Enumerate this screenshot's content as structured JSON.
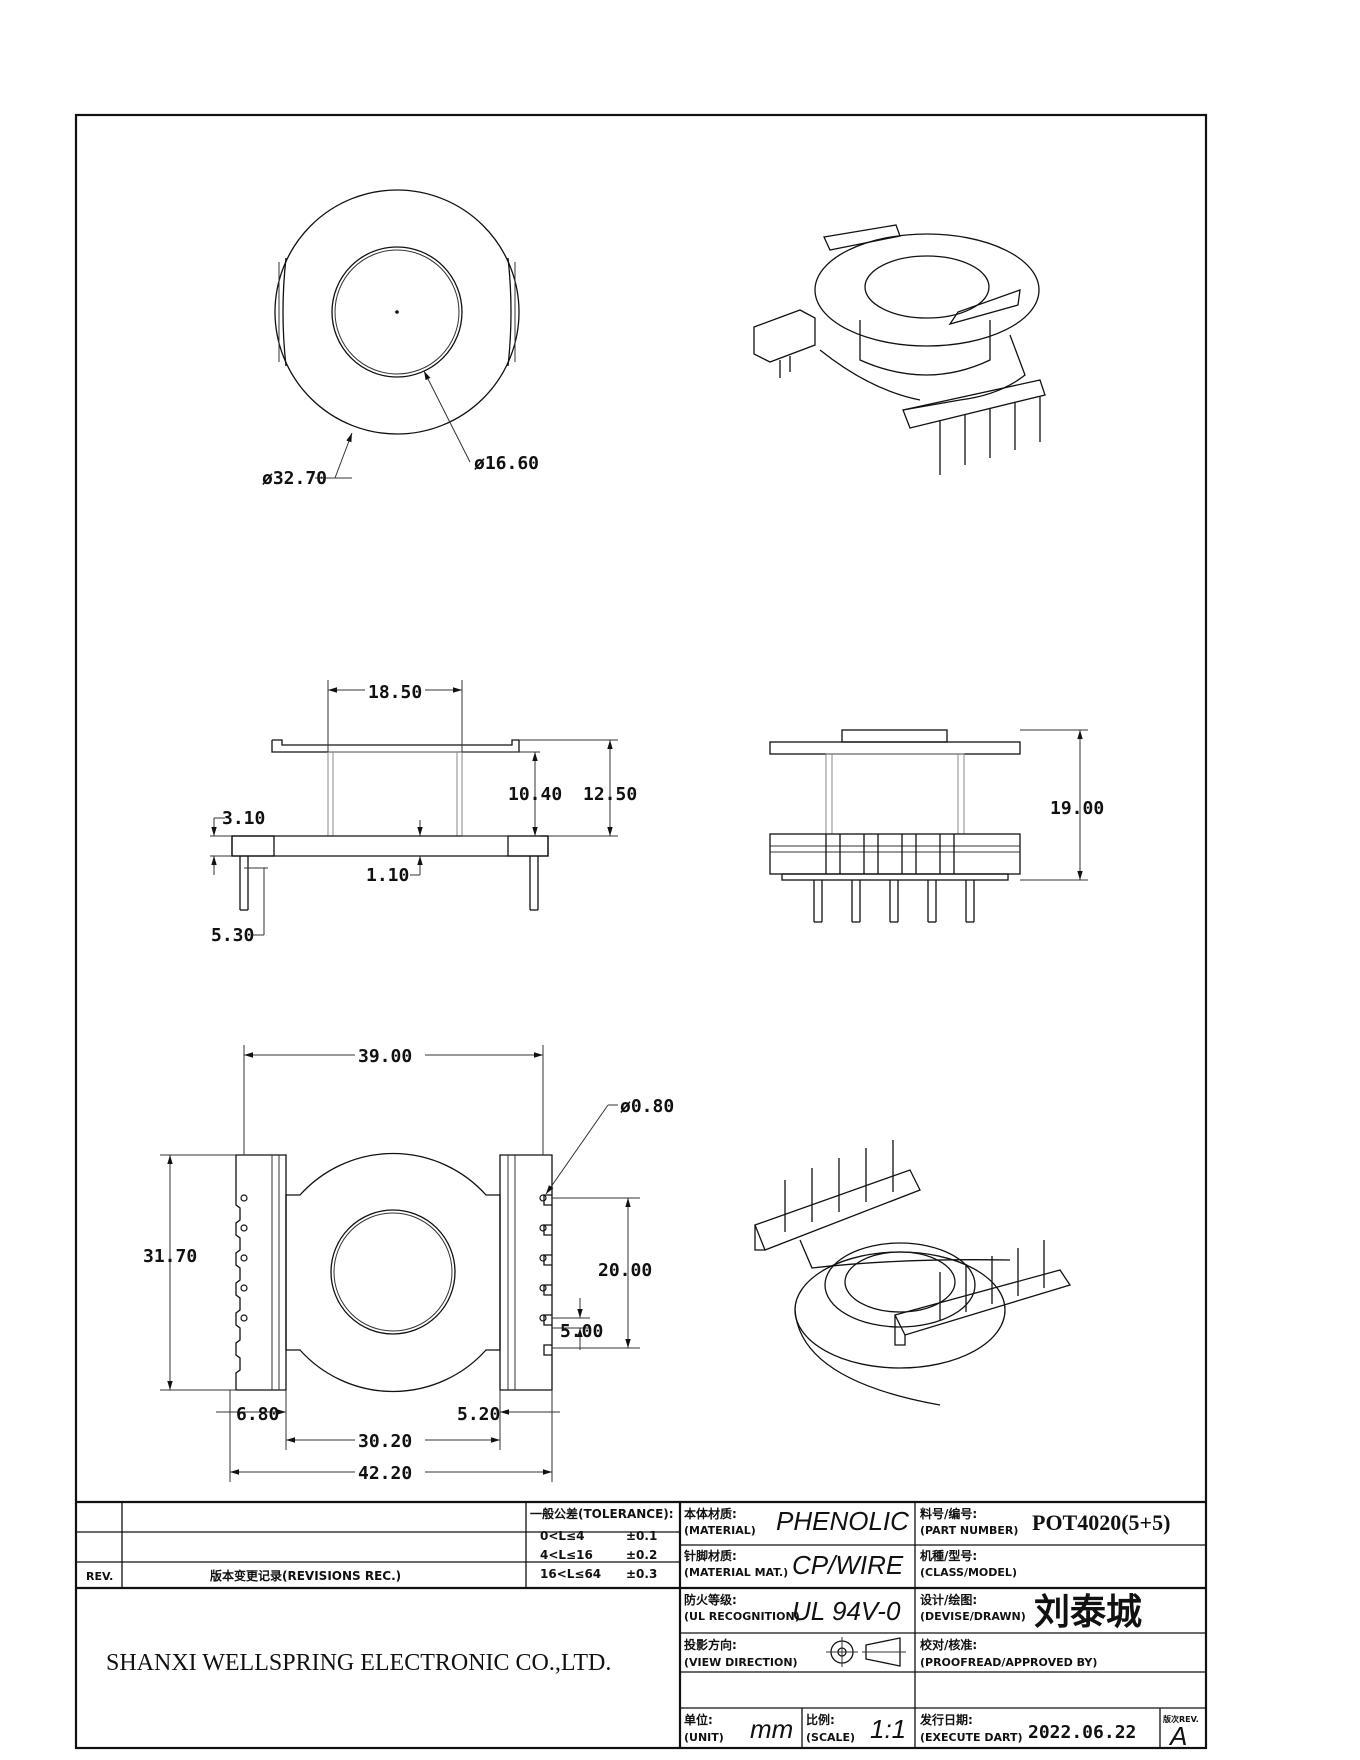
{
  "dimensions": {
    "top_view": {
      "outer_dia": "ø32.70",
      "inner_dia": "ø16.60"
    },
    "side_view": {
      "width": "18.50",
      "h_inner": "10.40",
      "h_total": "12.50",
      "pin_offset": "3.10",
      "base": "1.10",
      "pin_len": "5.30"
    },
    "front_view": {
      "height": "19.00"
    },
    "bottom_view": {
      "pin_span": "39.00",
      "pin_dia": "ø0.80",
      "depth": "31.70",
      "row_len": "20.00",
      "pitch": "5.00",
      "left_off": "6.80",
      "center": "30.20",
      "right_off": "5.20",
      "overall": "42.20"
    }
  },
  "title_block": {
    "rev_label": "REV.",
    "revisions_label": "版本变更记录(REVISIONS REC.)",
    "tolerance_title": "一般公差(TOLERANCE):",
    "tolerances": [
      {
        "range": "0<L≤4",
        "value": "±0.1"
      },
      {
        "range": "4<L≤16",
        "value": "±0.2"
      },
      {
        "range": "16<L≤64",
        "value": "±0.3"
      }
    ],
    "company": "SHANXI WELLSPRING ELECTRONIC CO.,LTD.",
    "material_cn": "本体材质:",
    "material_en": "(MATERIAL)",
    "material_value": "PHENOLIC",
    "pin_material_cn": "针脚材质:",
    "pin_material_en": "(MATERIAL MAT.)",
    "pin_material_value": "CP/WIRE",
    "ul_cn": "防火等级:",
    "ul_en": "(UL RECOGNITION)",
    "ul_value": "UL 94V-0",
    "view_cn": "投影方向:",
    "view_en": "(VIEW DIRECTION)",
    "unit_cn": "单位:",
    "unit_en": "(UNIT)",
    "unit_value": "mm",
    "scale_cn": "比例:",
    "scale_en": "(SCALE)",
    "scale_value": "1:1",
    "part_cn": "料号/编号:",
    "part_en": "(PART NUMBER)",
    "part_value": "POT4020(5+5)",
    "class_cn": "机種/型号:",
    "class_en": "(CLASS/MODEL)",
    "designer_cn": "设计/绘图:",
    "designer_en": "(DEVISE/DRAWN)",
    "designer_value": "刘泰城",
    "approve_cn": "校对/核准:",
    "approve_en": "(PROOFREAD/APPROVED BY)",
    "date_cn": "发行日期:",
    "date_en": "(EXECUTE DART)",
    "date_value": "2022.06.22",
    "version_label": "版次REV.",
    "version_value": "A"
  }
}
